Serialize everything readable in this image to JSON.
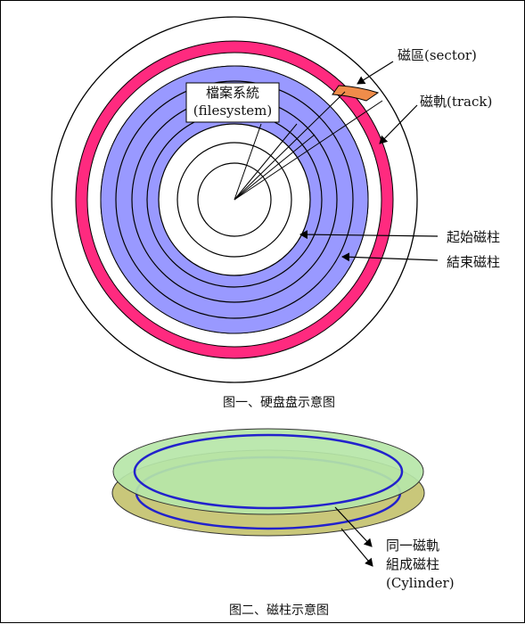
{
  "figure1": {
    "caption": "图一、硬盘盘示意图",
    "filesystem_label": "檔案系統",
    "filesystem_sub": "(filesystem)",
    "sector_label": "磁區(sector)",
    "track_label": "磁軌(track)",
    "start_cylinder_label": "起始磁柱",
    "end_cylinder_label": "結束磁柱"
  },
  "figure2": {
    "caption": "图二、磁柱示意图",
    "note_line1": "同一磁軌",
    "note_line2": "組成磁柱",
    "note_line3": "(Cylinder)"
  },
  "colors": {
    "pink_band": "#ff2a7f",
    "blue_band": "#9999ff",
    "sector": "#f08c4a",
    "top_platter": "#b6e6a8",
    "bottom_platter": "#c9c77a",
    "track_line": "#2222cc"
  }
}
